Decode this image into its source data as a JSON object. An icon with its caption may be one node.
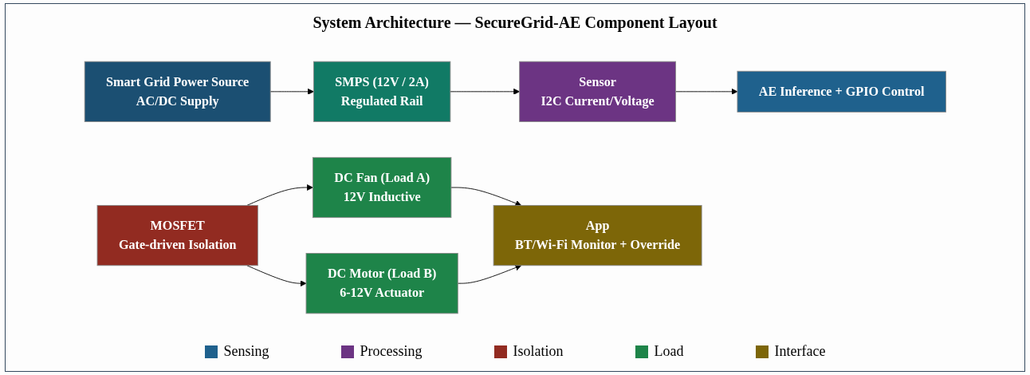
{
  "diagram": {
    "title": "System Architecture — SecureGrid-AE Component Layout",
    "nodes": [
      {
        "text": [
          "Smart Grid Power Source",
          "AC/DC Supply"
        ]
      },
      {
        "text": [
          "SMPS (12V / 2A)",
          "Regulated Rail"
        ]
      },
      {
        "text": [
          "Sensor",
          "I2C Current/Voltage"
        ]
      },
      {
        "text": [
          "AE Inference + GPIO Control"
        ]
      },
      {
        "text": [
          "MOSFET",
          "Gate-driven Isolation"
        ]
      },
      {
        "text": [
          "DC Fan (Load A)",
          "12V Inductive"
        ]
      },
      {
        "text": [
          "DC Motor (Load B)",
          "6-12V Actuator"
        ]
      },
      {
        "text": [
          "App",
          "BT/Wi-Fi Monitor + Override"
        ]
      }
    ],
    "edges": [
      {
        "from": 0,
        "to": 1,
        "arrow": "to"
      },
      {
        "from": 1,
        "to": 2,
        "arrow": "to"
      },
      {
        "from": 2,
        "to": 3,
        "arrow": "to"
      },
      {
        "from": 4,
        "to": 5,
        "arrow": "to"
      },
      {
        "from": 4,
        "to": 6,
        "arrow": "to"
      },
      {
        "from": 5,
        "to": 7,
        "arrow": "to"
      },
      {
        "from": 6,
        "to": 7,
        "arrow": "to"
      }
    ],
    "legend": [
      {
        "text": "Sensing",
        "color": "#1f618d"
      },
      {
        "text": "Processing",
        "color": "#6c3483"
      },
      {
        "text": "Isolation",
        "color": "#922b21"
      },
      {
        "text": "Load",
        "color": "#1e8449"
      },
      {
        "text": "Interface",
        "color": "#7d6608"
      }
    ]
  }
}
